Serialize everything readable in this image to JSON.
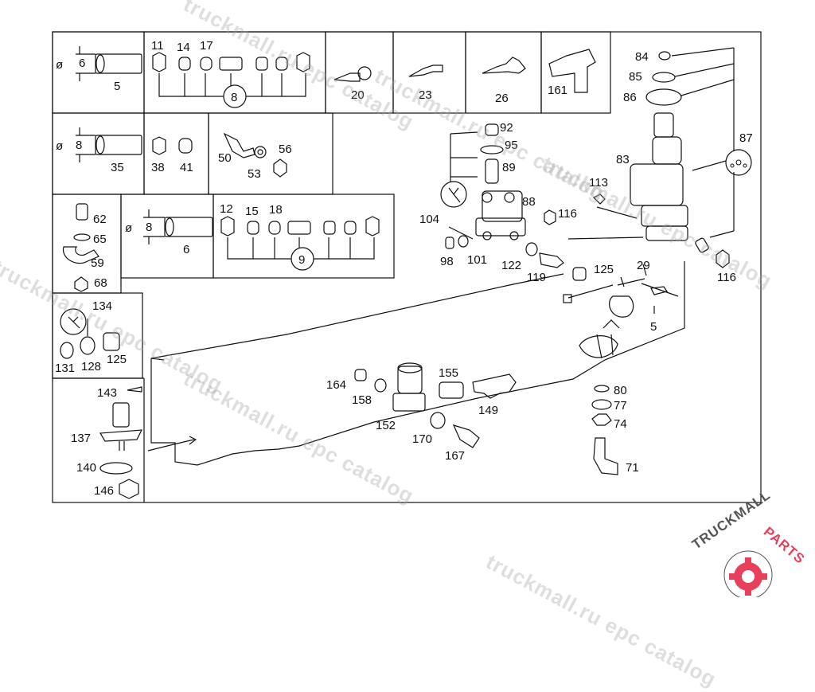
{
  "diagram": {
    "labels": {
      "l5a": "5",
      "l6a": "6",
      "l5b": "5",
      "l11": "11",
      "l14": "14",
      "l17": "17",
      "l8a": "8",
      "l20": "20",
      "l23": "23",
      "l26": "26",
      "l161": "161",
      "l84": "84",
      "l85": "85",
      "l86": "86",
      "l83": "83",
      "l87": "87",
      "l8b": "8",
      "l35": "35",
      "l38": "38",
      "l41": "41",
      "l50": "50",
      "l53": "53",
      "l56": "56",
      "l92": "92",
      "l95": "95",
      "l89": "89",
      "l88": "88",
      "l104": "104",
      "l113": "113",
      "l116a": "116",
      "l98": "98",
      "l101": "101",
      "l122": "122",
      "l119": "119",
      "l125a": "125",
      "l29": "29",
      "l116b": "116",
      "l62": "62",
      "l65": "65",
      "l59": "59",
      "l68": "68",
      "l8c": "8",
      "l6b": "6",
      "l12": "12",
      "l15": "15",
      "l18": "18",
      "l9": "9",
      "l134": "134",
      "l131": "131",
      "l128": "128",
      "l125b": "125",
      "l143": "143",
      "l137": "137",
      "l140": "140",
      "l146": "146",
      "l164": "164",
      "l158": "158",
      "l155": "155",
      "l149": "149",
      "l152": "152",
      "l170": "170",
      "l167": "167",
      "l80": "80",
      "l77": "77",
      "l74": "74",
      "l71": "71"
    },
    "diameter_symbol": "ø",
    "watermarks": [
      "truckmall.ru epc catalog",
      "truckmall.ru epc catalog",
      "truckmall.ru epc catalog",
      "truckmall.ru epc catalog",
      "truckmall.ru epc catalog",
      "truckmall.ru epc catalog"
    ],
    "logo": {
      "part1": "TRUCKMALL",
      "part2": "PARTS",
      "color1": "#555555",
      "color2": "#e8405a"
    }
  }
}
